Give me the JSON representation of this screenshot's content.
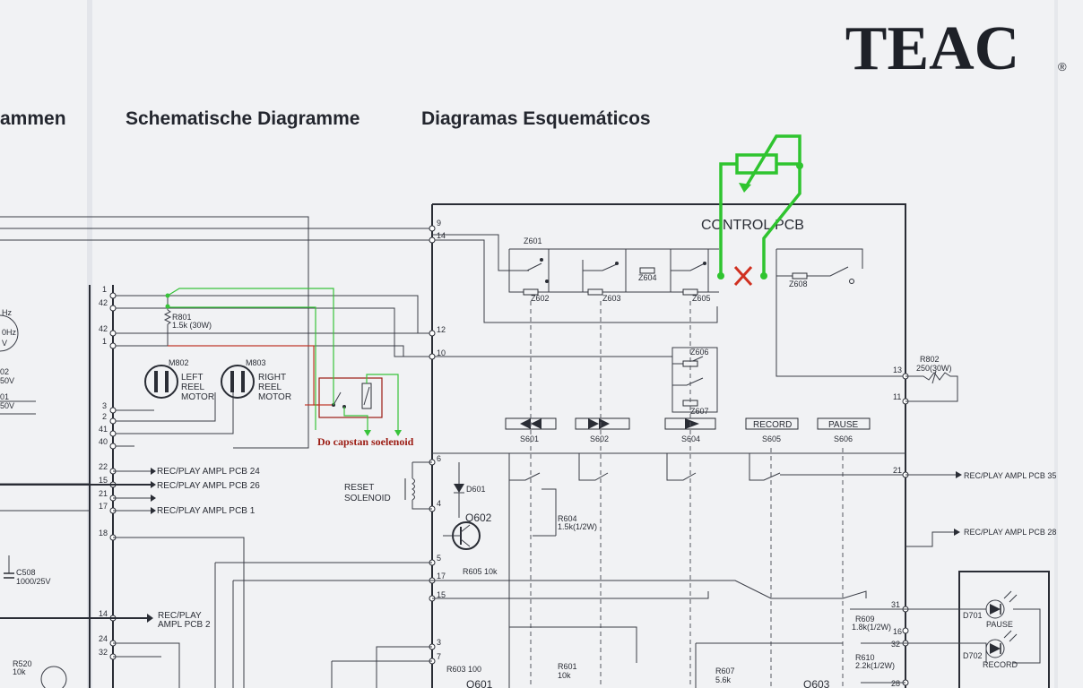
{
  "header": {
    "logo": "TEAC",
    "registered_mark": "®",
    "title_left": "ammen",
    "title_de": "Schematische Diagramme",
    "title_es": "Diagramas Esquemáticos"
  },
  "board": {
    "name": "CONTROL PCB"
  },
  "annotation": {
    "text": "Do capstan soelenoid"
  },
  "motors": {
    "left": [
      "M802",
      "LEFT",
      "REEL",
      "MOTOR"
    ],
    "right": [
      "M803",
      "RIGHT",
      "REEL",
      "MOTOR"
    ]
  },
  "resistors": {
    "r801": [
      "R801",
      "1.5k (30W)"
    ],
    "r802": [
      "R802",
      "250(30W)"
    ],
    "r604": [
      "R604",
      "1.5k(1/2W)"
    ],
    "r605": "R605  10k",
    "r603": "R603 100",
    "r601": [
      "R601",
      "10k"
    ],
    "r607": [
      "R607",
      "5.6k"
    ],
    "r609": [
      "R609",
      "1.8k(1/2W)"
    ],
    "r610": [
      "R610",
      "2.2k(1/2W)"
    ],
    "r520": [
      "R520",
      "10k"
    ]
  },
  "fuses": {
    "z601": "Z601",
    "z602": "Z602",
    "z603": "Z603",
    "z604": "Z604",
    "z605": "Z605",
    "z606": "Z606",
    "z607": "Z607",
    "z608": "Z608"
  },
  "switches": {
    "s601": "S601",
    "s602": "S602",
    "s604": "S604",
    "record_label": "RECORD",
    "s605": "S605",
    "pause_label": "PAUSE",
    "s606": "S606"
  },
  "semis": {
    "d601": "D601",
    "q602": "Q602",
    "q601": "Q601",
    "q603": "Q603",
    "d701": "D701",
    "pause_led": "PAUSE",
    "d702": "D702",
    "record_led": "RECORD"
  },
  "solenoid": [
    "RESET",
    "SOLENOID"
  ],
  "capacitor": [
    "C508",
    "1000/25V"
  ],
  "connections": {
    "c24": "REC/PLAY AMPL PCB 24",
    "c26": "REC/PLAY AMPL PCB 26",
    "c1": "REC/PLAY AMPL PCB   1",
    "c2a": "REC/PLAY",
    "c2b": "AMPL PCB 2",
    "c35": "REC/PLAY AMPL PCB 35",
    "c28": "REC/PLAY AMPL PCB 28"
  },
  "pins": {
    "p9": "9",
    "p14": "14",
    "p12": "12",
    "p10": "10",
    "p6": "6",
    "p4": "4",
    "p5": "5",
    "p17": "17",
    "p15": "15",
    "p3": "3",
    "p7": "7",
    "p13": "13",
    "p11": "11",
    "p21": "21",
    "p31": "31",
    "p16": "16",
    "p32": "32",
    "p28": "28",
    "l1a": "1",
    "l42a": "42",
    "l42b": "42",
    "l1b": "1",
    "l3": "3",
    "l2": "2",
    "l41": "41",
    "l40": "40",
    "l22": "22",
    "l15": "15",
    "l21": "21",
    "l17": "17",
    "l18": "18",
    "l14": "14",
    "l24": "24",
    "l32": "32"
  },
  "edge_text": {
    "hz1": "Hz",
    "hz2": "0Hz",
    "v1": "V",
    "a1": "02",
    "a2": "50V",
    "a3": "01",
    "a4": "50V"
  },
  "colors": {
    "ink": "#2a2d35",
    "paper": "#f1f2f4",
    "green_markup": "#2fc42f",
    "red_markup": "#d03020",
    "annotation_text": "#9b1b12"
  }
}
